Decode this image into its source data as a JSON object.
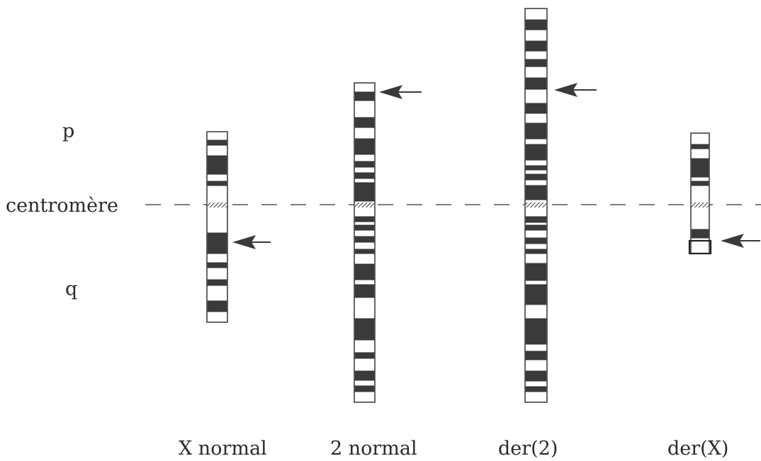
{
  "labels": {
    "p": "p",
    "centromere": "centromère",
    "q": "q"
  },
  "chromosomes": [
    {
      "name": "X normal"
    },
    {
      "name": "2 normal"
    },
    {
      "name": "der(2)"
    },
    {
      "name": "der(X)"
    }
  ],
  "colors": {
    "band_dark": "#3a3a3a",
    "band_light": "#ffffff",
    "outline": "#333333",
    "arrow": "#3a3a3a",
    "dashed_line": "#555555"
  }
}
